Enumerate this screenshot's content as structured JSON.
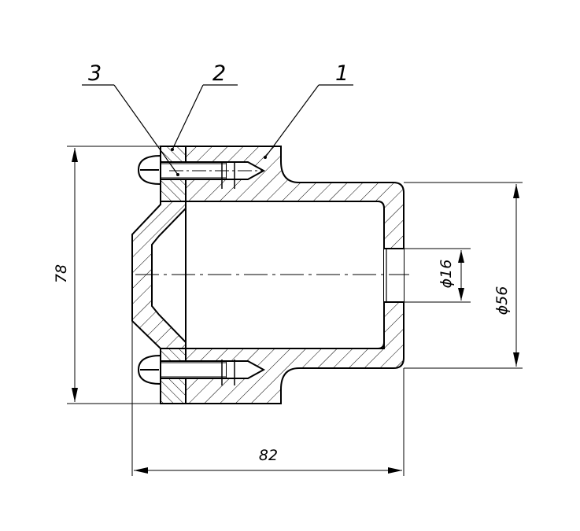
{
  "drawing": {
    "callouts": [
      "3",
      "2",
      "1"
    ],
    "dimensions": {
      "height": "78",
      "width": "82",
      "bore_diameter": "ϕ16",
      "outer_diameter": "ϕ56"
    }
  }
}
